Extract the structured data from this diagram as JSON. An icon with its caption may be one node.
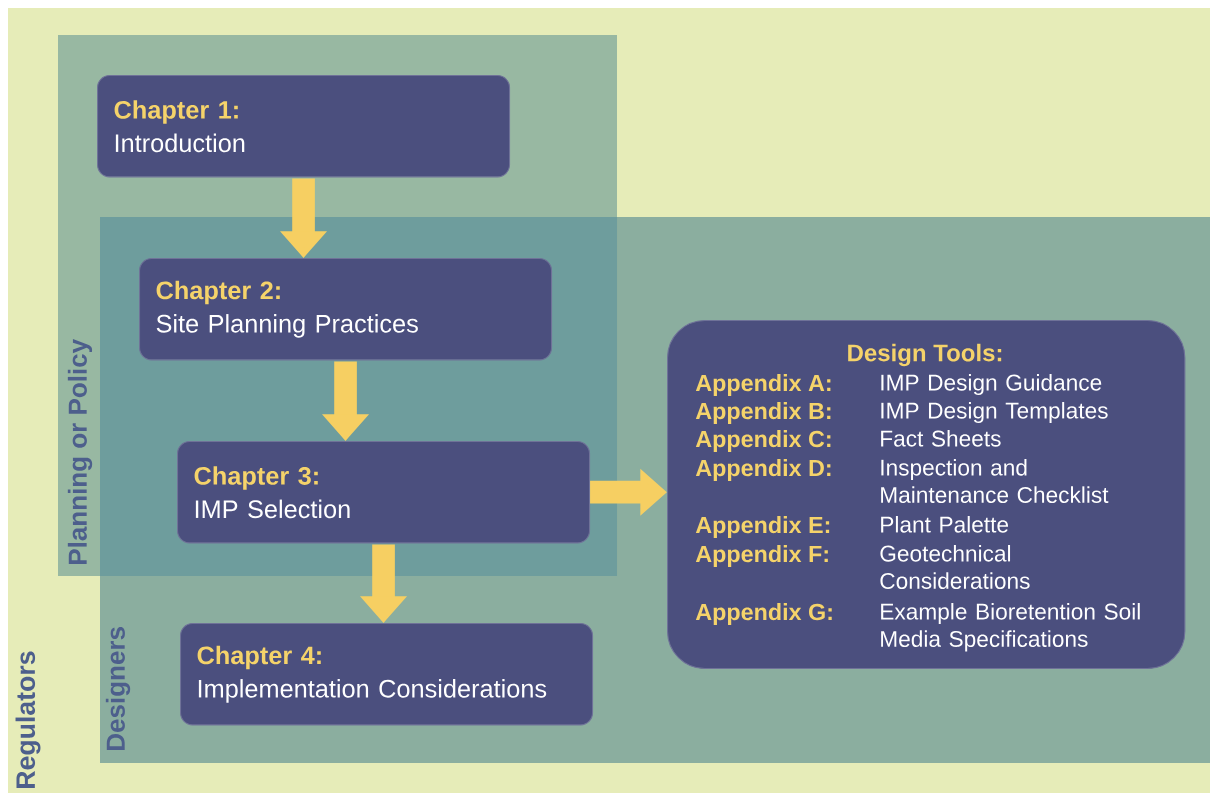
{
  "diagram": {
    "nodes": [
      {
        "text": [
          "Regulators"
        ]
      },
      {
        "text": [
          "Planning or Policy"
        ],
        "in": 0
      },
      {
        "text": [
          "Designers"
        ],
        "in": 0
      },
      {
        "text": [
          "Chapter 1:",
          "Introduction"
        ],
        "in": 1
      },
      {
        "text": [
          "Chapter 2:",
          "Site Planning Practices"
        ]
      },
      {
        "text": [
          "Chapter 3:",
          "IMP Selection"
        ]
      },
      {
        "text": [
          "Chapter 4:",
          "Implementation Considerations"
        ],
        "in": 2
      },
      {
        "text": [
          "Design Tools:",
          "Appendix A:",
          "IMP Design Guidance",
          "Appendix B:",
          "IMP Design Templates",
          "Appendix C:",
          "Fact Sheets",
          "Appendix D:",
          "Inspection and Maintenance Checklist",
          "Appendix E:",
          "Plant Palette",
          "Appendix F:",
          "Geotechnical Considerations",
          "Appendix G:",
          "Example Bioretention Soil Media Specifications"
        ],
        "in": 2
      }
    ],
    "edges": [
      {
        "from": 3,
        "to": 4,
        "arrow": "to"
      },
      {
        "from": 4,
        "to": 5,
        "arrow": "to"
      },
      {
        "from": 5,
        "to": 6,
        "arrow": "to"
      },
      {
        "from": 5,
        "to": 7,
        "arrow": "to"
      }
    ]
  }
}
